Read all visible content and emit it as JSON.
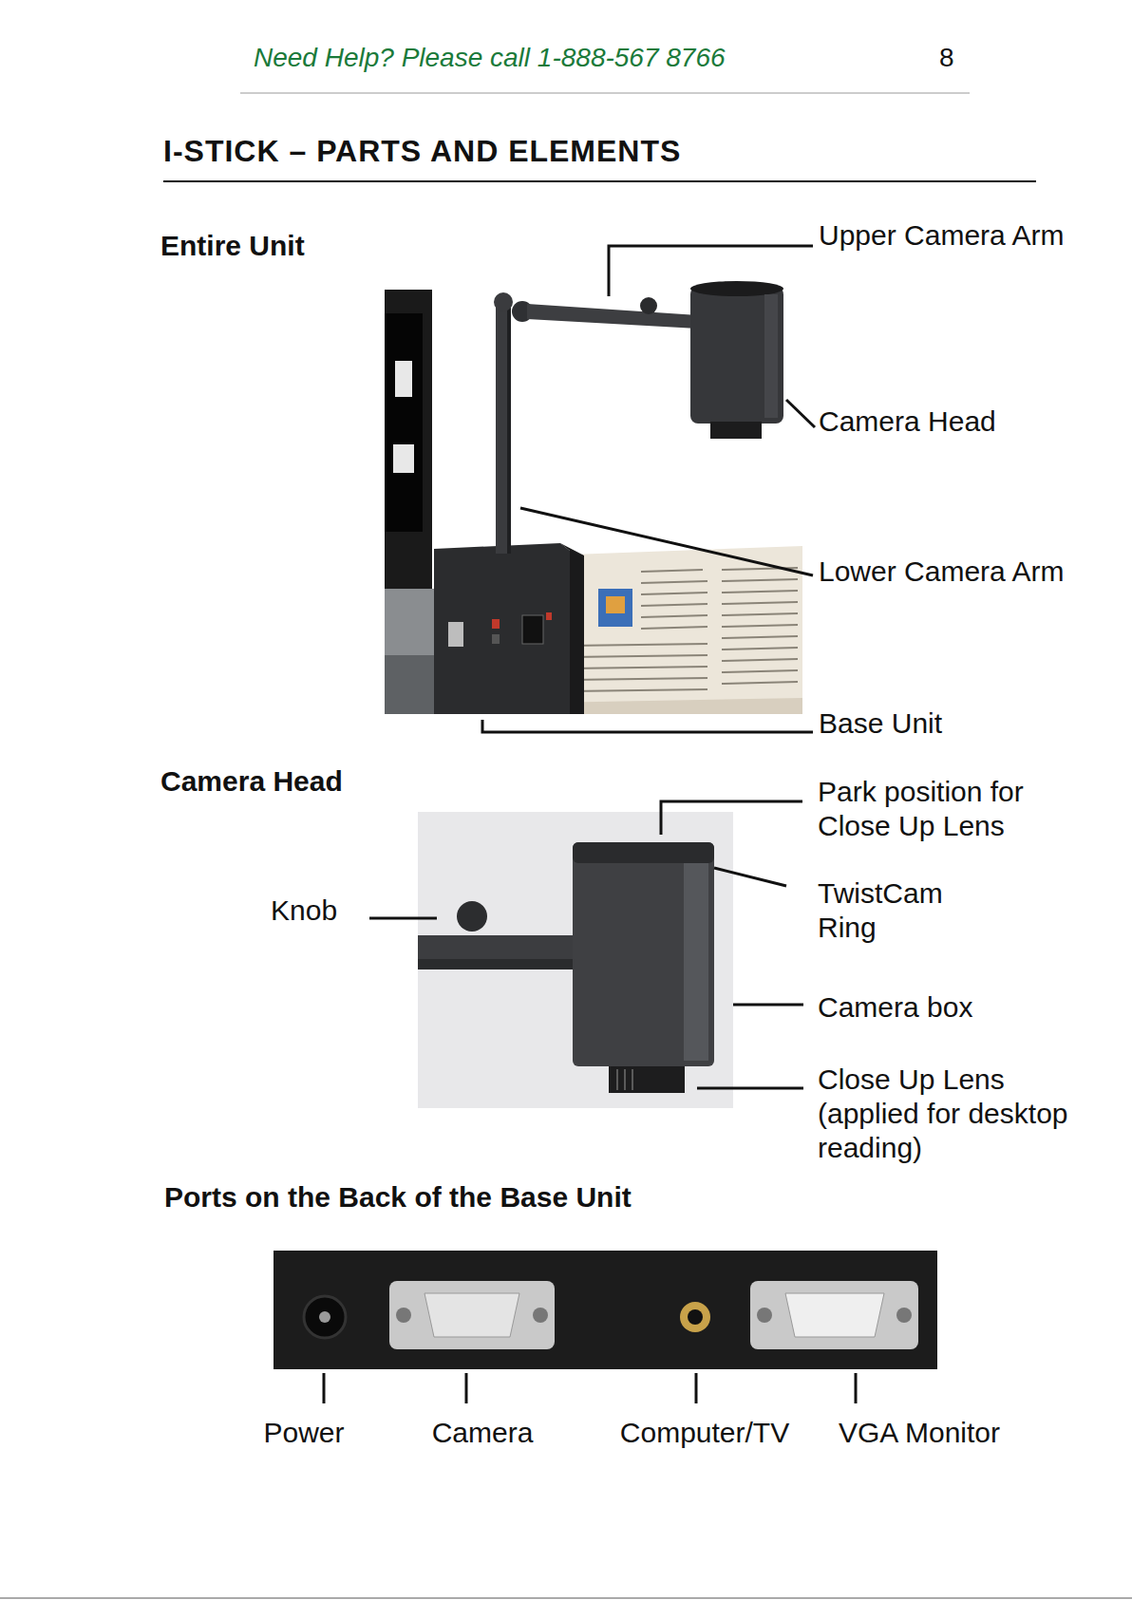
{
  "diagram": {
    "title": "I-STICK – PARTS AND ELEMENTS",
    "labels": [
      "Need Help? Please call 1-888-567 8766",
      "8",
      "Entire Unit",
      "Upper Camera Arm",
      "Camera Head",
      "Lower Camera Arm",
      "Base Unit",
      "Camera Head",
      "Park position for Close Up Lens",
      "Knob",
      "TwistCam Ring",
      "Camera box",
      "Close Up Lens (applied for desktop reading)",
      "Ports on the Back of the Base Unit",
      "Power",
      "Camera",
      "Computer/TV",
      "VGA Monitor"
    ]
  }
}
